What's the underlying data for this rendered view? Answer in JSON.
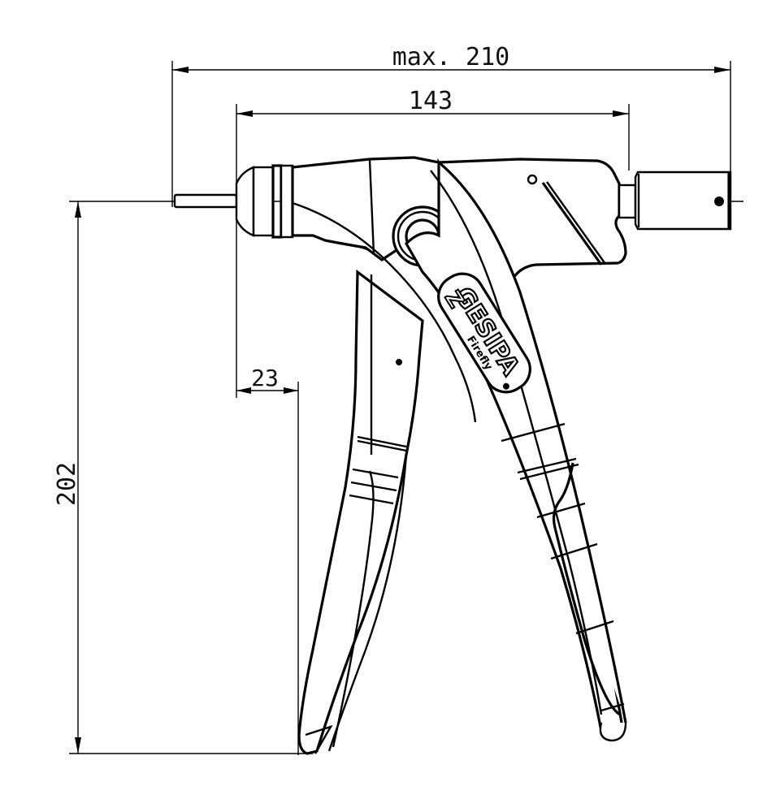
{
  "drawing": {
    "subject": "Hand rivet tool (rivet gun) side view technical drawing",
    "colors": {
      "line": "#000000",
      "background": "#ffffff"
    },
    "dimensions": {
      "overall_length": {
        "label": "max. 210"
      },
      "body_length": {
        "label": "143"
      },
      "offset": {
        "label": "23"
      },
      "height": {
        "label": "202"
      }
    },
    "logo": {
      "brand": "GESIPA",
      "model": "Firefly",
      "emblem": "Z"
    }
  }
}
